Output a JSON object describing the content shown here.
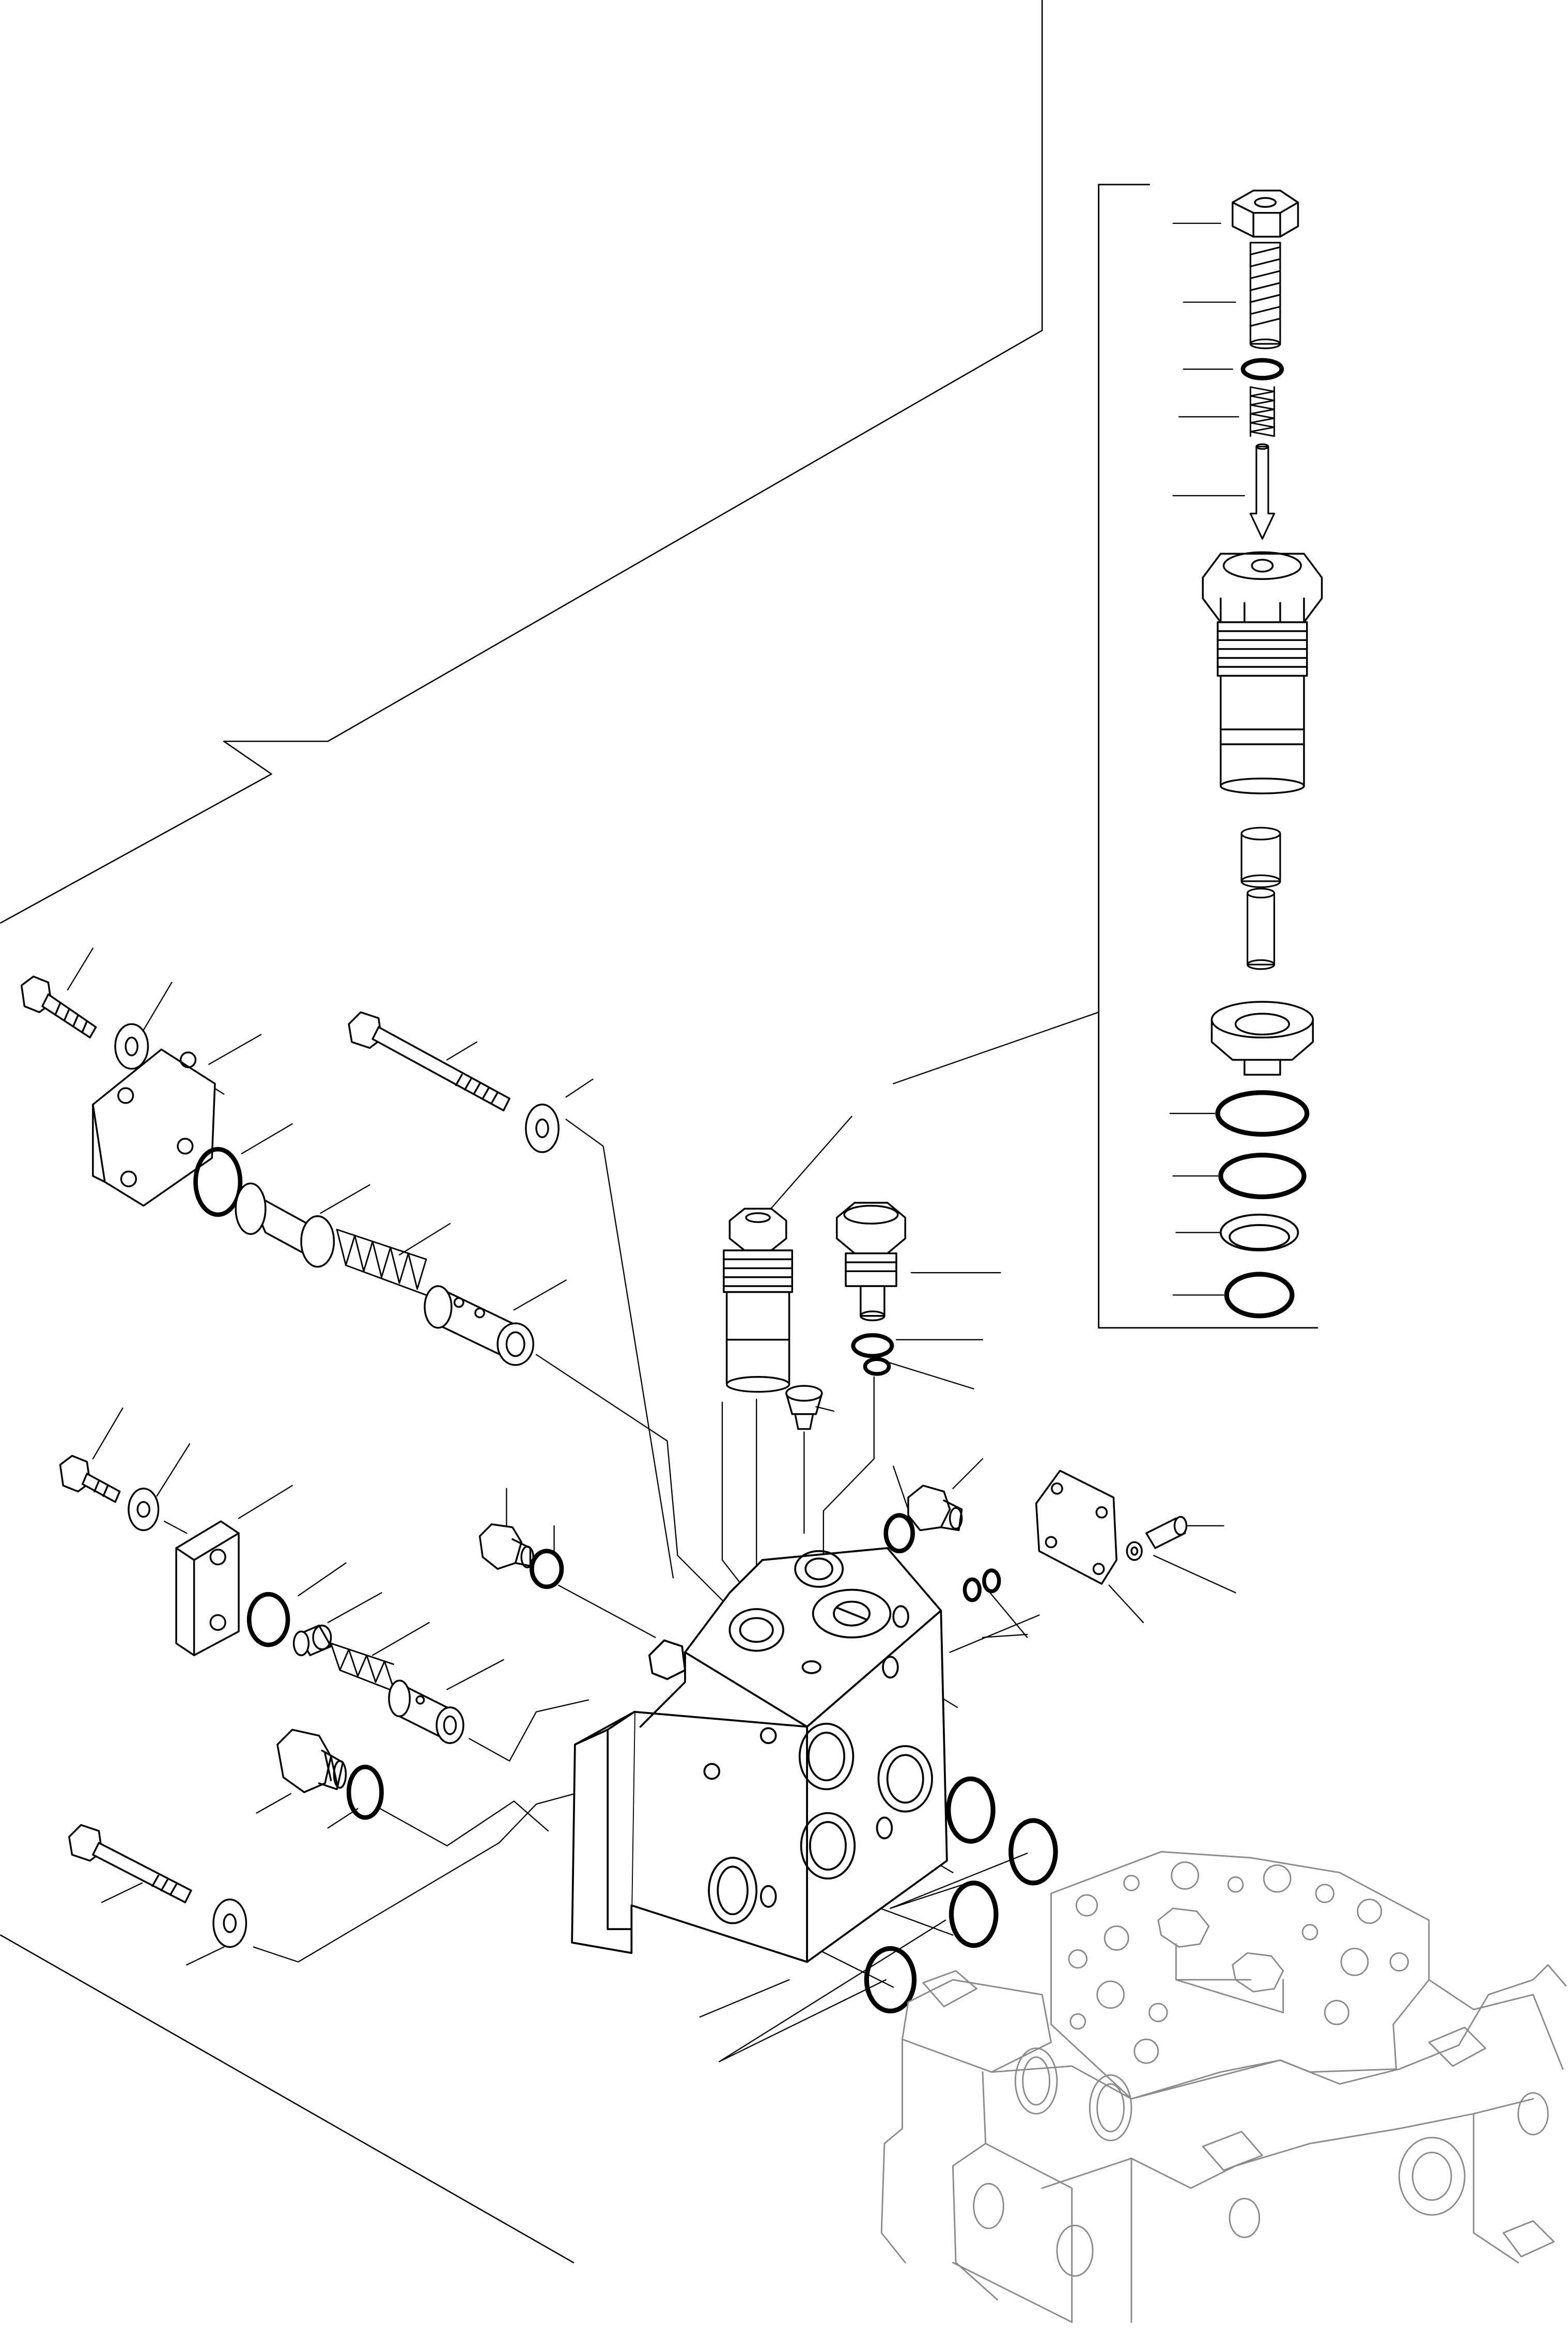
{
  "diagram": {
    "kind": "exploded parts view",
    "printed_text": [],
    "parts": [
      {
        "id": "detail-lock-nut"
      },
      {
        "id": "detail-adjust-screw"
      },
      {
        "id": "detail-small-o-ring"
      },
      {
        "id": "detail-spring"
      },
      {
        "id": "detail-needle-pin"
      },
      {
        "id": "detail-relief-cartridge"
      },
      {
        "id": "detail-sleeve"
      },
      {
        "id": "detail-pin"
      },
      {
        "id": "detail-seat"
      },
      {
        "id": "detail-o-ring-1"
      },
      {
        "id": "detail-o-ring-2"
      },
      {
        "id": "detail-backup-ring"
      },
      {
        "id": "detail-o-ring-3"
      },
      {
        "id": "upper-cap-bolt"
      },
      {
        "id": "upper-cap-washer"
      },
      {
        "id": "upper-end-cap"
      },
      {
        "id": "upper-cap-o-ring"
      },
      {
        "id": "upper-sleeve"
      },
      {
        "id": "upper-spring"
      },
      {
        "id": "upper-poppet"
      },
      {
        "id": "long-tie-bolt"
      },
      {
        "id": "long-bolt-washer"
      },
      {
        "id": "relief-valve-assembly"
      },
      {
        "id": "check-valve-plug"
      },
      {
        "id": "plug-o-ring-large"
      },
      {
        "id": "plug-o-ring-small"
      },
      {
        "id": "small-screw-plug"
      },
      {
        "id": "lower-cap-bolt"
      },
      {
        "id": "lower-cap-washer"
      },
      {
        "id": "lower-plate"
      },
      {
        "id": "lower-o-ring"
      },
      {
        "id": "lower-poppet-tip"
      },
      {
        "id": "lower-spring"
      },
      {
        "id": "lower-spool"
      },
      {
        "id": "side-plug-left"
      },
      {
        "id": "side-plug-left-o-ring"
      },
      {
        "id": "side-plug-right"
      },
      {
        "id": "side-plug-right-o-ring"
      },
      {
        "id": "cover-plate"
      },
      {
        "id": "cover-screw"
      },
      {
        "id": "cover-washer"
      },
      {
        "id": "tiny-o-rings"
      },
      {
        "id": "front-plug"
      },
      {
        "id": "front-plug-o-ring"
      },
      {
        "id": "bottom-tie-bolt"
      },
      {
        "id": "bottom-bolt-washer"
      },
      {
        "id": "valve-section-body"
      },
      {
        "id": "port-o-rings"
      },
      {
        "id": "main-valve-block"
      }
    ]
  }
}
